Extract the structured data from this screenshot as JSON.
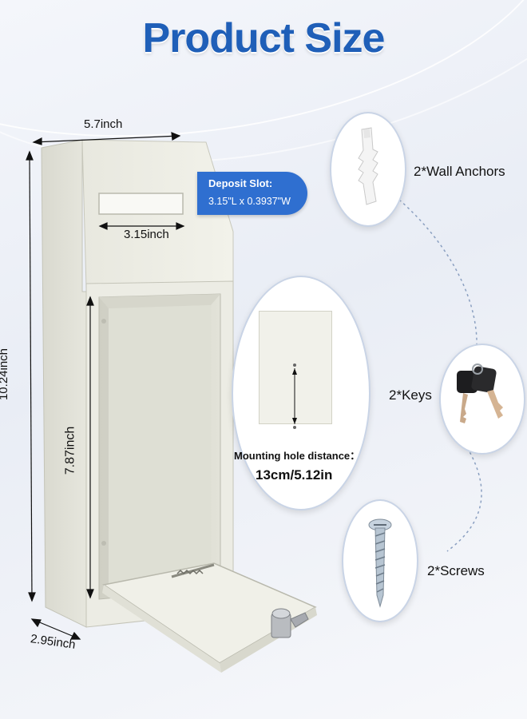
{
  "title": "Product Size",
  "dimensions": {
    "width": "5.7inch",
    "height": "10.24inch",
    "inner_height": "7.87inch",
    "depth": "2.95inch",
    "slot_width": "3.15inch"
  },
  "deposit_slot": {
    "heading": "Deposit Slot:",
    "size": "3.15\"L x 0.3937\"W"
  },
  "mounting": {
    "label": "Mounting hole distance：",
    "distance": "13cm/5.12in"
  },
  "accessories": [
    {
      "label": "2*Wall Anchors",
      "icon": "wall-anchor-icon"
    },
    {
      "label": "2*Keys",
      "icon": "keys-icon"
    },
    {
      "label": "2*Screws",
      "icon": "screw-icon"
    }
  ],
  "colors": {
    "title": "#1f5fb8",
    "badge": "#2f6fd0",
    "box": "#eeeee6"
  }
}
